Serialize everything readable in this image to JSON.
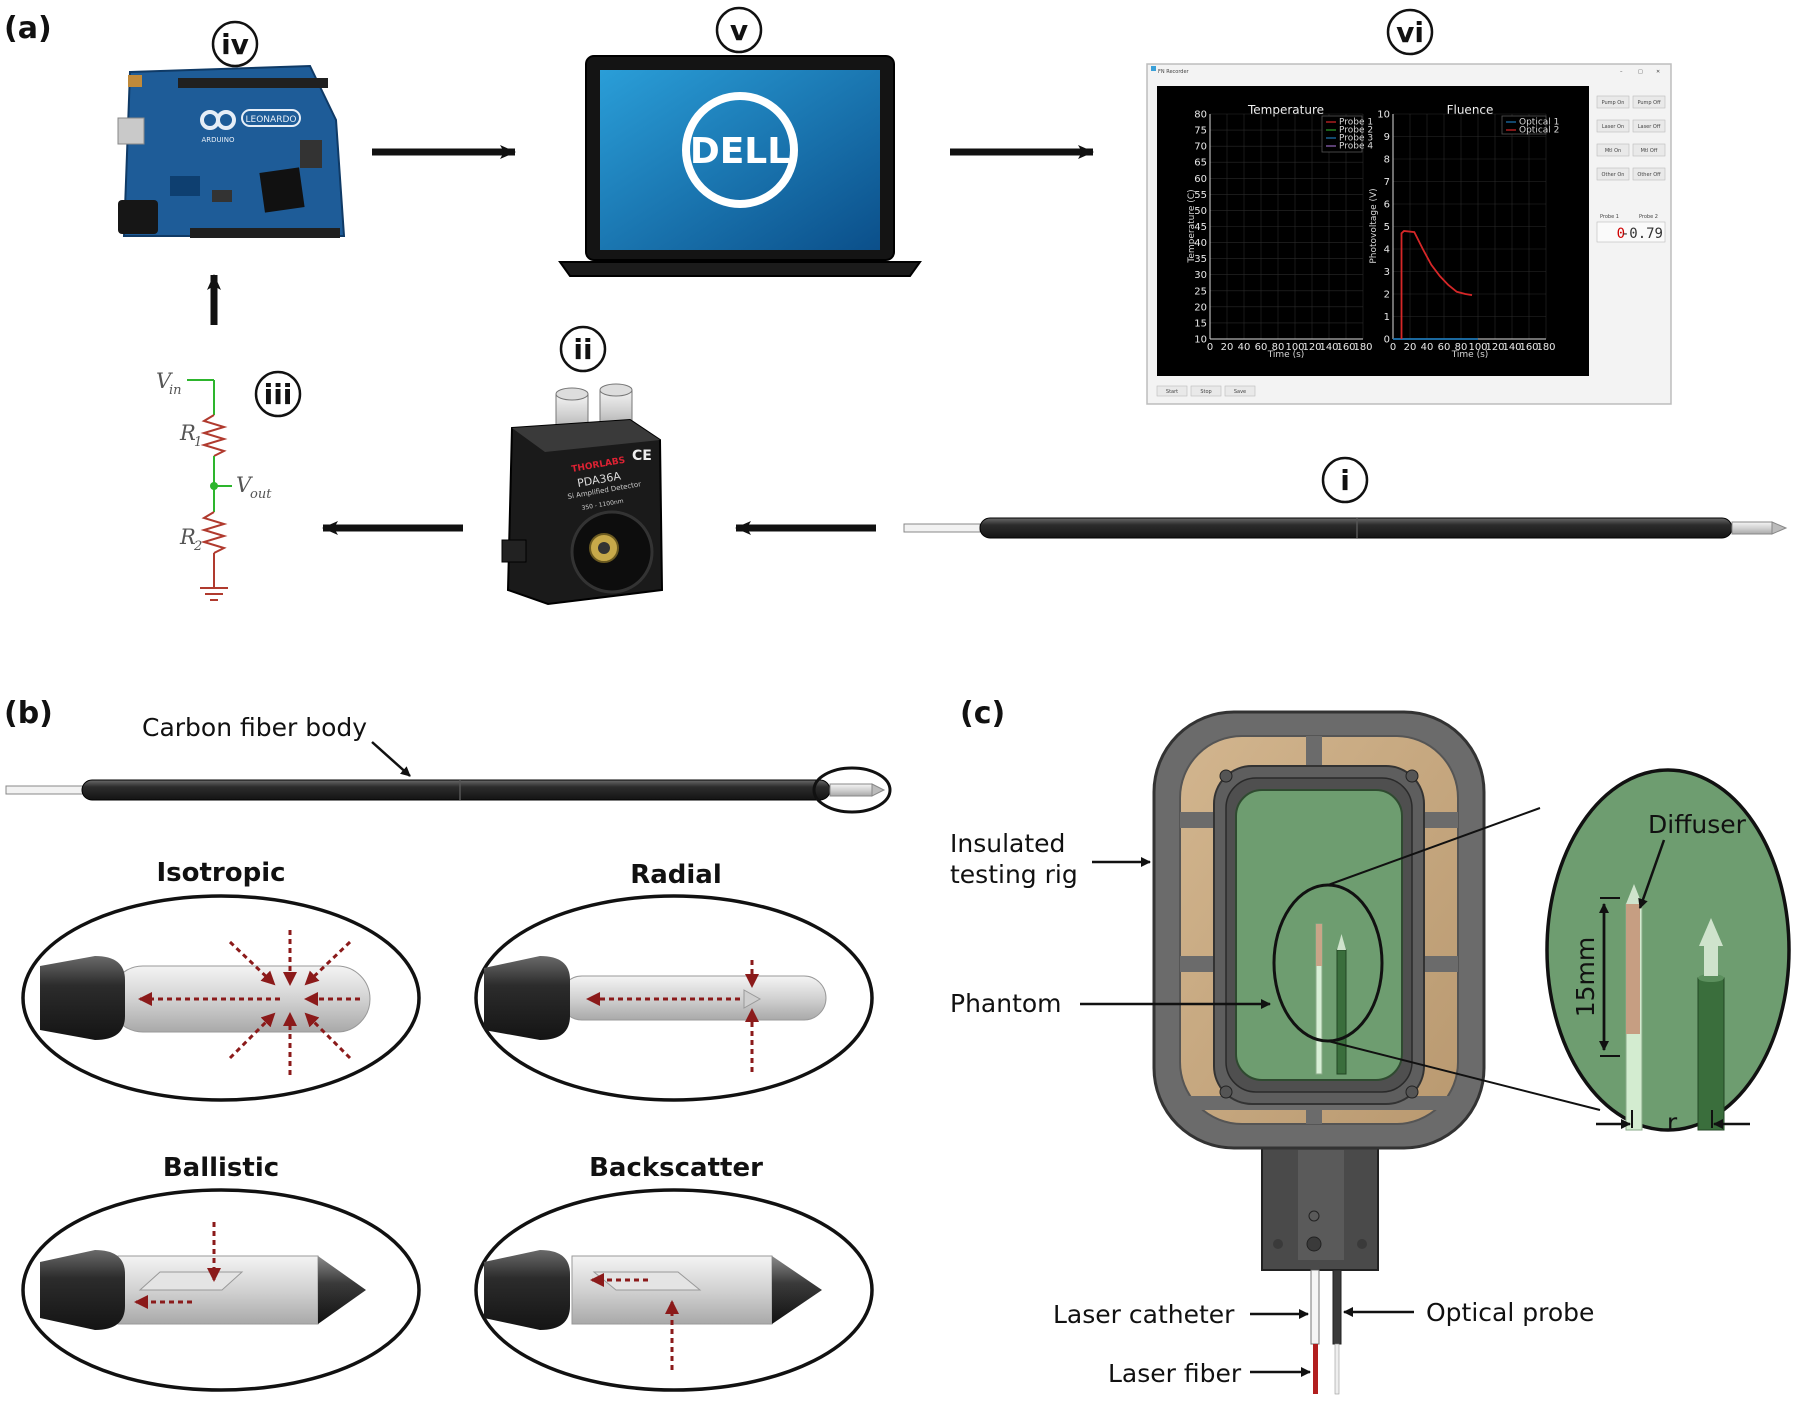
{
  "panels": {
    "a": "(a)",
    "b": "(b)",
    "c": "(c)"
  },
  "roman": {
    "i": "i",
    "ii": "ii",
    "iii": "iii",
    "iv": "iv",
    "v": "v",
    "vi": "vi"
  },
  "arduino": {
    "brand": "ARDUINO",
    "model": "LEONARDO"
  },
  "laptop": {
    "brand": "DELL"
  },
  "detector": {
    "brand": "THORLABS",
    "model": "PDA36A",
    "desc": "Si Amplified Detector",
    "range": "350 - 1100nm",
    "ce": "CE"
  },
  "circuit": {
    "vin": "V",
    "vin_sub": "in",
    "r1": "R",
    "r1_sub": "1",
    "r2": "R",
    "r2_sub": "2",
    "vout": "V",
    "vout_sub": "out"
  },
  "software": {
    "window_title": "FN Recorder",
    "temperature_title": "Temperature",
    "fluence_title": "Fluence",
    "temperature_ylabel": "Temperature (C)",
    "fluence_ylabel": "Photovoltage (V)",
    "xlabel": "Time (s)",
    "temp_legend": [
      "Probe 1",
      "Probe 2",
      "Probe 3",
      "Probe 4"
    ],
    "fluence_legend": [
      "Optical 1",
      "Optical 2"
    ],
    "buttons_left": [
      "Pump On",
      "Laser On",
      "Mtl On",
      "Other On"
    ],
    "buttons_right": [
      "Pump Off",
      "Laser Off",
      "Mtl Off",
      "Other Off"
    ],
    "probe_labels": [
      "Probe 1",
      "Probe 2"
    ],
    "probe_values": [
      "0",
      "-0.79"
    ],
    "bottom_buttons": [
      "Start",
      "Stop",
      "Save"
    ],
    "colors": {
      "plot_bg": "#000000",
      "fluence_line": "#d62728",
      "probe_value": "#d00000"
    }
  },
  "chart_data": [
    {
      "type": "line",
      "title": "Temperature",
      "xlabel": "Time (s)",
      "ylabel": "Temperature (C)",
      "xlim": [
        0,
        180
      ],
      "ylim": [
        10,
        80
      ],
      "xticks": [
        "0",
        "20",
        "40",
        "60",
        "80",
        "100",
        "120",
        "140",
        "160",
        "180"
      ],
      "yticks": [
        "10",
        "15",
        "20",
        "25",
        "30",
        "35",
        "40",
        "45",
        "50",
        "55",
        "60",
        "65",
        "70",
        "75",
        "80"
      ],
      "legend_position": "top-right",
      "series": [
        {
          "name": "Probe 1",
          "color": "#d62728",
          "x": [],
          "y": []
        },
        {
          "name": "Probe 2",
          "color": "#2ca02c",
          "x": [],
          "y": []
        },
        {
          "name": "Probe 3",
          "color": "#1f77b4",
          "x": [],
          "y": []
        },
        {
          "name": "Probe 4",
          "color": "#9467bd",
          "x": [],
          "y": []
        }
      ]
    },
    {
      "type": "line",
      "title": "Fluence",
      "xlabel": "Time (s)",
      "ylabel": "Photovoltage (V)",
      "xlim": [
        0,
        180
      ],
      "ylim": [
        0,
        10
      ],
      "xticks": [
        "0",
        "20",
        "40",
        "60",
        "80",
        "100",
        "120",
        "140",
        "160",
        "180"
      ],
      "yticks": [
        "0",
        "1",
        "2",
        "3",
        "4",
        "5",
        "6",
        "7",
        "8",
        "9",
        "10"
      ],
      "legend_position": "top-right",
      "series": [
        {
          "name": "Optical 1",
          "color": "#1f77b4",
          "x": [
            0,
            100
          ],
          "y": [
            0,
            0
          ]
        },
        {
          "name": "Optical 2",
          "color": "#d62728",
          "x": [
            10,
            10,
            13,
            25,
            35,
            45,
            55,
            65,
            75,
            85,
            93
          ],
          "y": [
            0,
            4.7,
            4.8,
            4.75,
            4.0,
            3.3,
            2.8,
            2.4,
            2.1,
            2.0,
            1.95
          ]
        }
      ]
    }
  ],
  "annotations": {
    "carbon_fiber": "Carbon fiber body",
    "isotropic": "Isotropic",
    "radial": "Radial",
    "ballistic": "Ballistic",
    "backscatter": "Backscatter",
    "insulated_rig_1": "Insulated",
    "insulated_rig_2": "testing rig",
    "phantom": "Phantom",
    "diffuser": "Diffuser",
    "length": "15mm",
    "r": "r",
    "laser_catheter": "Laser catheter",
    "optical_probe": "Optical probe",
    "laser_fiber": "Laser fiber"
  }
}
